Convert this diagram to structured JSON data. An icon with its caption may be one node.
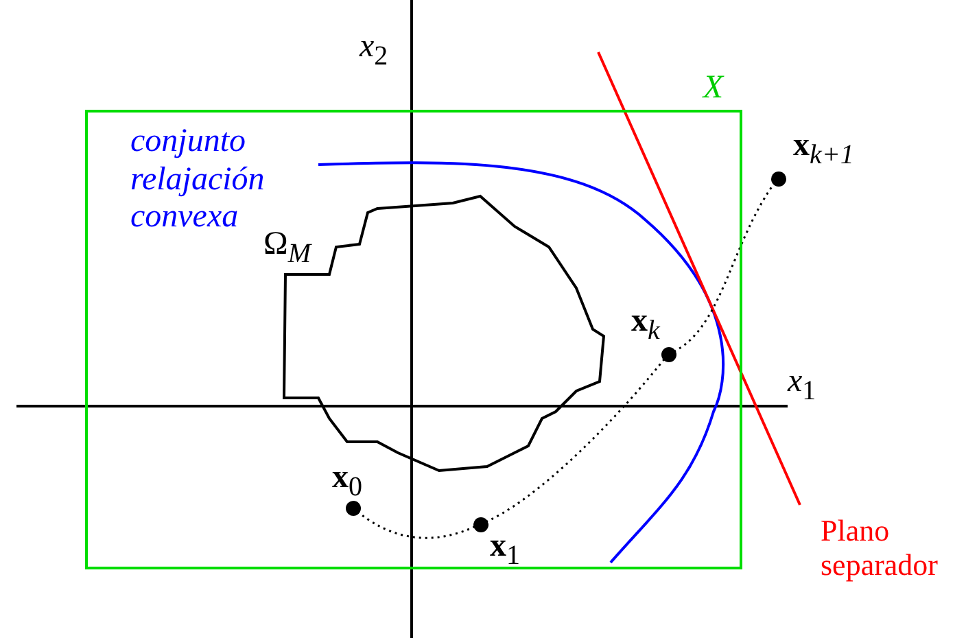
{
  "diagram": {
    "nodes": [
      {
        "text": [
          "*X*"
        ]
      },
      {
        "text": [
          "Ω$_{M}$"
        ],
        "in": 0
      },
      {
        "text": [
          "**x**$_{0}$"
        ],
        "in": 0
      },
      {
        "text": [
          "**x**$_{1}$"
        ],
        "in": 0
      },
      {
        "text": [
          "**x**$_{k}$"
        ],
        "in": 0
      },
      {
        "text": [
          "**x**$_{k+1}$"
        ]
      }
    ],
    "edges": [
      {
        "from": 2,
        "to": 3,
        "arrow": "none",
        "style": "dashed"
      },
      {
        "from": 3,
        "to": 4,
        "arrow": "none",
        "style": "dashed"
      },
      {
        "from": 4,
        "to": 5,
        "arrow": "none",
        "style": "dashed"
      }
    ],
    "labels": [
      "*x*$_{2}$",
      "conjunto relajación convexa",
      "*x*$_{1}$",
      "Plano separador"
    ]
  }
}
